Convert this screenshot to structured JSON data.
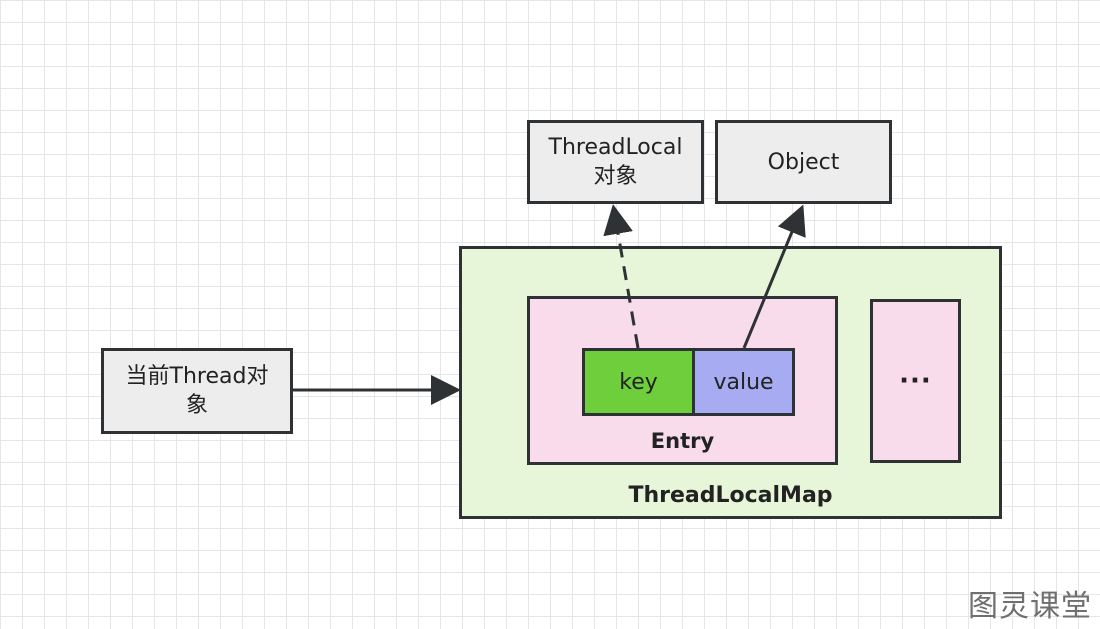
{
  "nodes": {
    "current_thread": "当前Thread对象",
    "threadlocal_object": "ThreadLocal对象",
    "object": "Object",
    "threadlocalmap": "ThreadLocalMap",
    "entry": "Entry",
    "key": "key",
    "value": "value",
    "more": "···"
  },
  "edges": [
    {
      "from": "current_thread",
      "to": "threadlocalmap",
      "style": "solid"
    },
    {
      "from": "key",
      "to": "threadlocal_object",
      "style": "dashed"
    },
    {
      "from": "value",
      "to": "object",
      "style": "solid"
    }
  ],
  "colors": {
    "map_fill": "#e7f6d8",
    "entry_fill": "#f9dceb",
    "key_fill": "#6fce3c",
    "value_fill": "#a7acf2",
    "box_fill": "#eeeded",
    "stroke": "#2f3234"
  },
  "watermark": "图灵课堂"
}
